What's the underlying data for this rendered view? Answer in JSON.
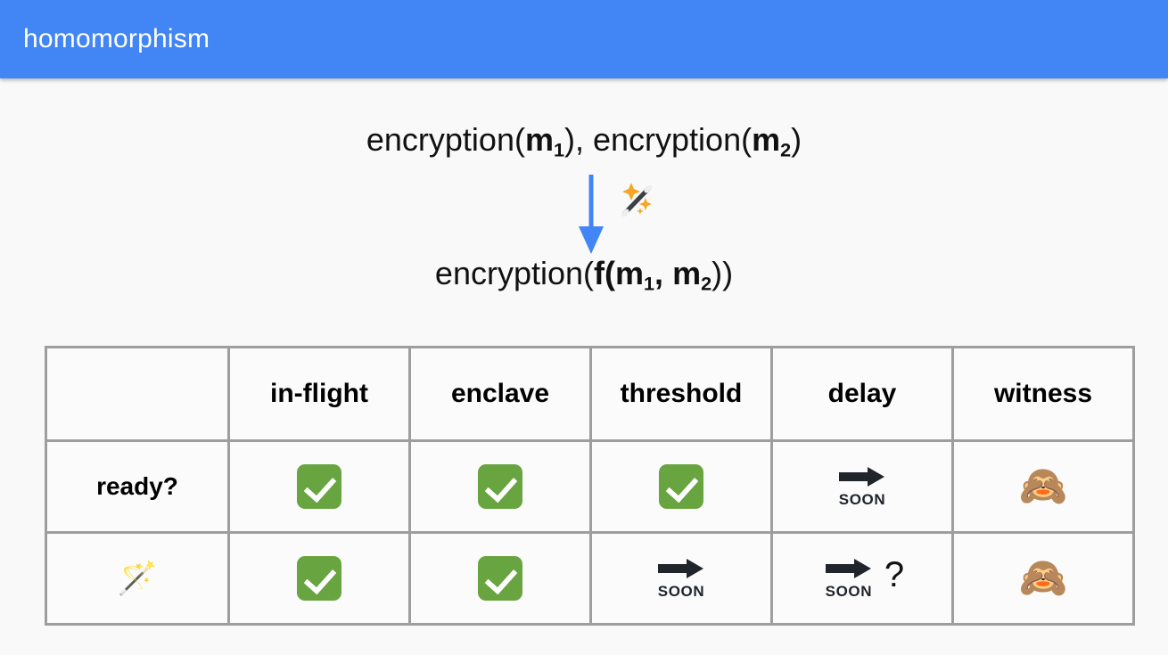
{
  "header": {
    "title": "homomorphism",
    "background": "#4285f4",
    "text_color": "#ffffff"
  },
  "formulas": {
    "top": {
      "text": "encryption(m1), encryption(m2)",
      "parts": [
        "encryption(",
        "m",
        "1",
        "), encryption(",
        "m",
        "2",
        ")"
      ]
    },
    "bottom": {
      "text": "encryption(f(m1, m2))",
      "parts": [
        "encryption(",
        "f",
        "(",
        "m",
        "1",
        ", ",
        "m",
        "2",
        "))"
      ]
    },
    "arrow": {
      "name": "down-arrow",
      "color": "#4285f4",
      "direction": "down"
    },
    "wand": {
      "name": "magic-wand-emoji",
      "glyph": "🪄"
    }
  },
  "table": {
    "columns": [
      "",
      "in-flight",
      "enclave",
      "threshold",
      "delay",
      "witness"
    ],
    "rows": [
      {
        "label": "ready?",
        "label_kind": "text",
        "cells": [
          {
            "kind": "check",
            "value": "✅"
          },
          {
            "kind": "check",
            "value": "✅"
          },
          {
            "kind": "check",
            "value": "✅"
          },
          {
            "kind": "soon",
            "value": "SOON"
          },
          {
            "kind": "monkey",
            "value": "🙈"
          }
        ]
      },
      {
        "label": "🪄",
        "label_kind": "emoji",
        "cells": [
          {
            "kind": "check",
            "value": "✅"
          },
          {
            "kind": "check",
            "value": "✅"
          },
          {
            "kind": "soon",
            "value": "SOON"
          },
          {
            "kind": "soon-question",
            "value": "SOON",
            "suffix": "?"
          },
          {
            "kind": "monkey",
            "value": "🙈"
          }
        ]
      }
    ],
    "colors": {
      "border": "#9e9e9e",
      "header_fill": "#d9d9d9",
      "cell_fill": "#fbfbfb",
      "check_green": "#68a540",
      "soon_dark": "#20242b"
    }
  }
}
